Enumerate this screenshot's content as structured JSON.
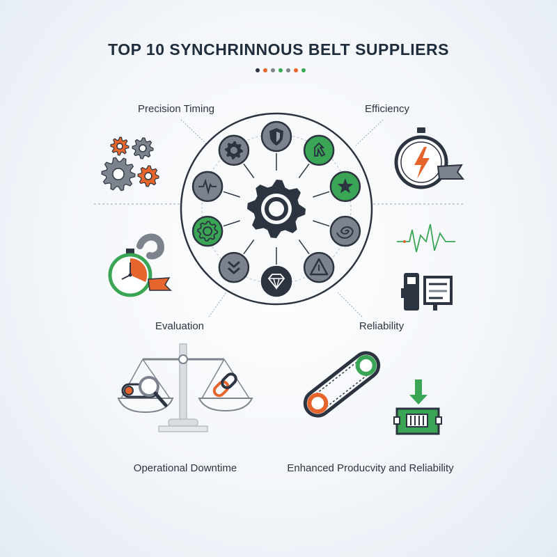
{
  "title": "TOP 10 SYNCHRINNOUS BELT SUPPLIERS",
  "labels": {
    "precision_timing": "Precision Timing",
    "efficiency": "Efficiency",
    "evaluation": "Evaluation",
    "reliability": "Reliability",
    "operational_downtime": "Operational Downtime",
    "enhanced_productivity": "Enhanced Producvity and Reliability"
  },
  "colors": {
    "navy": "#2b3440",
    "gray": "#7c838c",
    "green": "#3aa655",
    "orange": "#e5652d",
    "line": "#9aa3ad"
  },
  "title_dots": [
    "#2b3440",
    "#e5652d",
    "#7c838c",
    "#3aa655",
    "#7c838c",
    "#e5652d",
    "#3aa655"
  ],
  "wheel_icons": [
    {
      "name": "shield-icon",
      "fill": "#7c838c"
    },
    {
      "name": "cursor-icon",
      "fill": "#3aa655"
    },
    {
      "name": "star-icon",
      "fill": "#3aa655"
    },
    {
      "name": "spiral-icon",
      "fill": "#7c838c"
    },
    {
      "name": "warning-icon",
      "fill": "#7c838c"
    },
    {
      "name": "diamond-icon",
      "fill": "#2b3440"
    },
    {
      "name": "chevrons-down-icon",
      "fill": "#7c838c"
    },
    {
      "name": "target-gear-icon",
      "fill": "#3aa655"
    },
    {
      "name": "pulse-icon",
      "fill": "#7c838c"
    },
    {
      "name": "gear-small-icon",
      "fill": "#7c838c"
    }
  ]
}
